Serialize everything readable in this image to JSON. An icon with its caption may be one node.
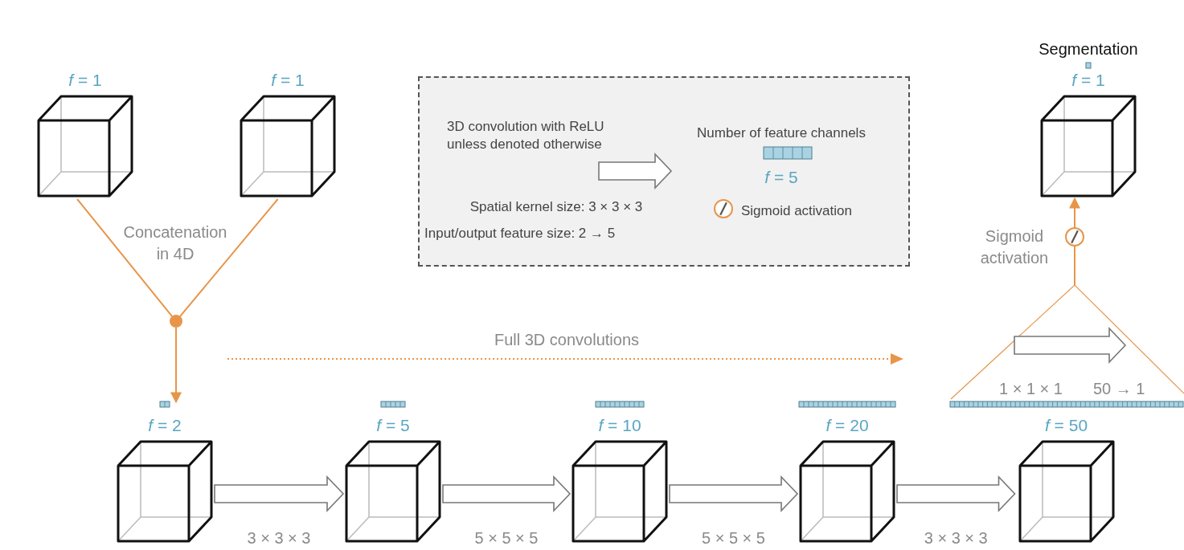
{
  "diagram": {
    "nodes": [
      {
        "text": [
          "*f* = 1"
        ]
      },
      {
        "text": [
          "*f* = 1"
        ]
      },
      {
        "text": [],
        "shape": "circle"
      },
      {
        "text": [
          "*f* = 2"
        ]
      },
      {
        "text": [
          "*f* = 5"
        ]
      },
      {
        "text": [
          "*f* = 10"
        ]
      },
      {
        "text": [
          "*f* = 20"
        ]
      },
      {
        "text": [
          "*f* = 50"
        ]
      },
      {
        "text": [
          "Segmentation",
          "*f* = 1"
        ]
      }
    ],
    "edges": [
      {
        "from": 0,
        "to": 2,
        "arrow": "none",
        "color": "#e8954a"
      },
      {
        "from": 1,
        "to": 2,
        "arrow": "none",
        "color": "#e8954a"
      },
      {
        "from": 2,
        "to": 3,
        "arrow": "to",
        "color": "#e8954a"
      },
      {
        "from": 3,
        "to": 4,
        "arrow": "to",
        "label": "3 × 3 × 3"
      },
      {
        "from": 4,
        "to": 5,
        "arrow": "to",
        "label": "5 × 5 × 5"
      },
      {
        "from": 5,
        "to": 6,
        "arrow": "to",
        "label": "5 × 5 × 5"
      },
      {
        "from": 6,
        "to": 7,
        "arrow": "to",
        "label": "3 × 3 × 3"
      },
      {
        "from": 7,
        "to": 8,
        "arrow": "to",
        "label": "Sigmoid activation",
        "color": "#e8954a"
      }
    ],
    "labels": [
      "Concatenation in 4D",
      "Full 3D convolutions",
      "1 × 1 × 1",
      "50 → 1"
    ],
    "legend": [
      {
        "text": "3D convolution with ReLU unless denoted otherwise"
      },
      {
        "text": "Number of feature channels"
      },
      {
        "text": "*f* = 5"
      },
      {
        "text": "Spatial kernel size: 3 × 3 × 3"
      },
      {
        "text": "Sigmoid activation"
      },
      {
        "text": "Input/output feature size: 2 → 5"
      }
    ]
  }
}
